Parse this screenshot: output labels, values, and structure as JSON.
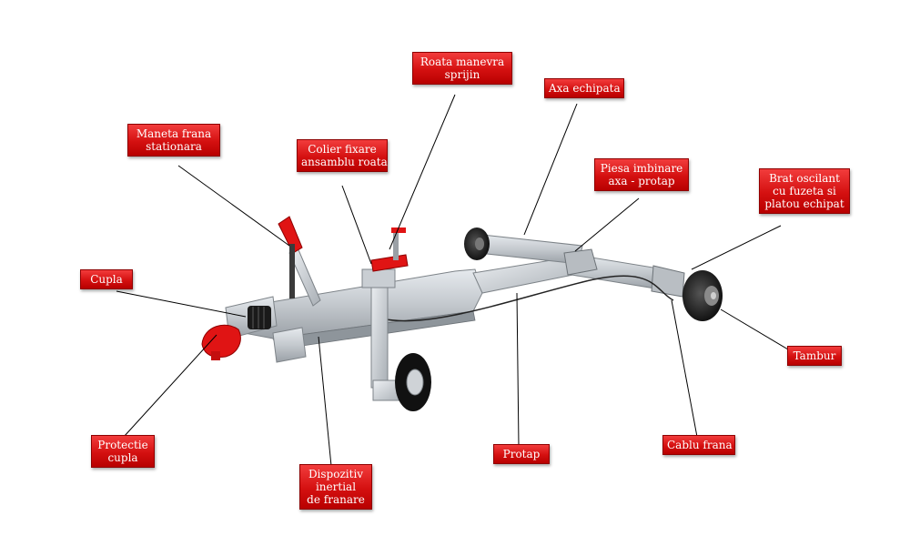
{
  "labels": {
    "roata_manevra": [
      "Roata manevra",
      "sprijin"
    ],
    "axa_echipata": [
      "Axa echipata"
    ],
    "maneta_frana": [
      "Maneta frana",
      "stationara"
    ],
    "colier_fixare": [
      "Colier fixare",
      "ansamblu roata"
    ],
    "piesa_imbinare": [
      "Piesa imbinare",
      "axa - protap"
    ],
    "brat_oscilant": [
      "Brat oscilant",
      "cu fuzeta si",
      "platou echipat"
    ],
    "cupla": [
      "Cupla"
    ],
    "tambur": [
      "Tambur"
    ],
    "protectie_cupla": [
      "Protectie",
      "cupla"
    ],
    "protap": [
      "Protap"
    ],
    "cablu_frana": [
      "Cablu frana"
    ],
    "dispozitiv_inertial": [
      "Dispozitiv",
      "inertial",
      "de franare"
    ]
  },
  "colors": {
    "label_bg": "#d41010",
    "label_text": "#ffffff",
    "metal": "#c9ced3",
    "accent_red": "#e01414"
  }
}
